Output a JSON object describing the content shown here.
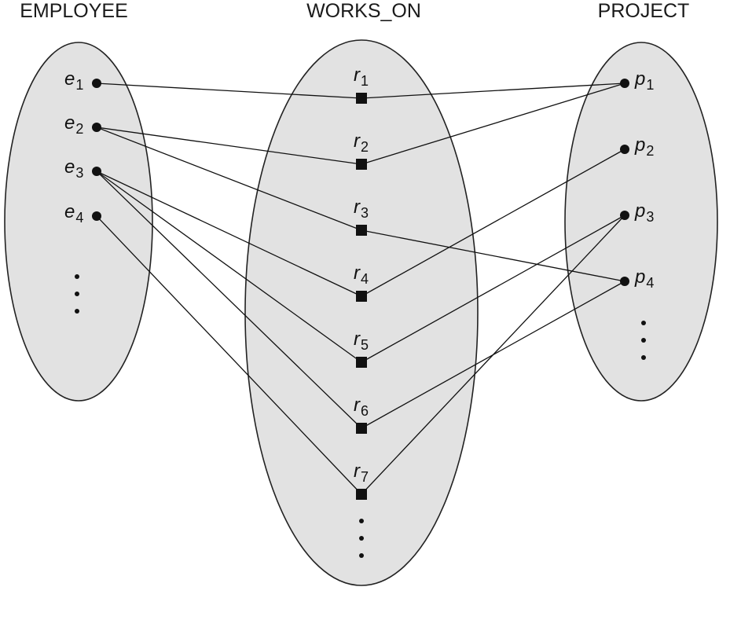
{
  "titles": {
    "employee": "EMPLOYEE",
    "works_on": "WORKS_ON",
    "project": "PROJECT"
  },
  "employees": [
    {
      "id": "e1",
      "letter": "e",
      "sub": "1"
    },
    {
      "id": "e2",
      "letter": "e",
      "sub": "2"
    },
    {
      "id": "e3",
      "letter": "e",
      "sub": "3"
    },
    {
      "id": "e4",
      "letter": "e",
      "sub": "4"
    }
  ],
  "relationships": [
    {
      "id": "r1",
      "letter": "r",
      "sub": "1"
    },
    {
      "id": "r2",
      "letter": "r",
      "sub": "2"
    },
    {
      "id": "r3",
      "letter": "r",
      "sub": "3"
    },
    {
      "id": "r4",
      "letter": "r",
      "sub": "4"
    },
    {
      "id": "r5",
      "letter": "r",
      "sub": "5"
    },
    {
      "id": "r6",
      "letter": "r",
      "sub": "6"
    },
    {
      "id": "r7",
      "letter": "r",
      "sub": "7"
    }
  ],
  "projects": [
    {
      "id": "p1",
      "letter": "p",
      "sub": "1"
    },
    {
      "id": "p2",
      "letter": "p",
      "sub": "2"
    },
    {
      "id": "p3",
      "letter": "p",
      "sub": "3"
    },
    {
      "id": "p4",
      "letter": "p",
      "sub": "4"
    }
  ],
  "edges": [
    [
      "e1",
      "r1"
    ],
    [
      "r1",
      "p1"
    ],
    [
      "e2",
      "r2"
    ],
    [
      "r2",
      "p1"
    ],
    [
      "e2",
      "r3"
    ],
    [
      "r3",
      "p4"
    ],
    [
      "e3",
      "r4"
    ],
    [
      "r4",
      "p2"
    ],
    [
      "e3",
      "r5"
    ],
    [
      "r5",
      "p3"
    ],
    [
      "e3",
      "r6"
    ],
    [
      "r6",
      "p4"
    ],
    [
      "e4",
      "r7"
    ],
    [
      "r7",
      "p3"
    ]
  ],
  "colors": {
    "set_fill": "#e2e2e2",
    "stroke": "#111111"
  }
}
